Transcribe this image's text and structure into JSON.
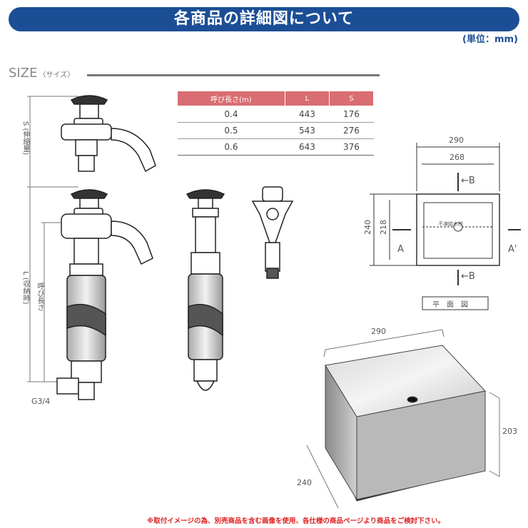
{
  "header": {
    "title": "各商品の詳細図について",
    "unit": "(単位：mm)"
  },
  "size_section": {
    "title": "SIZE",
    "subtitle": "〈サイズ〉"
  },
  "spec_table": {
    "headers": [
      "呼び長さ(m)",
      "L",
      "S"
    ],
    "rows": [
      [
        "0.4",
        "443",
        "176"
      ],
      [
        "0.5",
        "543",
        "276"
      ],
      [
        "0.6",
        "643",
        "376"
      ]
    ]
  },
  "faucet_drawing": {
    "s_label": "S (伸縮量)",
    "l_label": "L (収納時)",
    "nominal_label": "呼び長さ",
    "thread_label": "G3/4"
  },
  "plan_view": {
    "width_outer": "290",
    "width_inner": "268",
    "height_outer": "240",
    "height_inner": "218",
    "section_a": "A",
    "section_a2": "A'",
    "section_b_top": "←B",
    "section_b_bottom": "←B",
    "caption": "平　面　図",
    "lid_text": "不凍給水栓"
  },
  "box_view": {
    "width": "290",
    "depth": "240",
    "height": "203"
  },
  "footer": {
    "note": "※取付イメージの為、別売商品を含む画像を使用、各仕様の商品ページより商品をご検討下さい。"
  }
}
